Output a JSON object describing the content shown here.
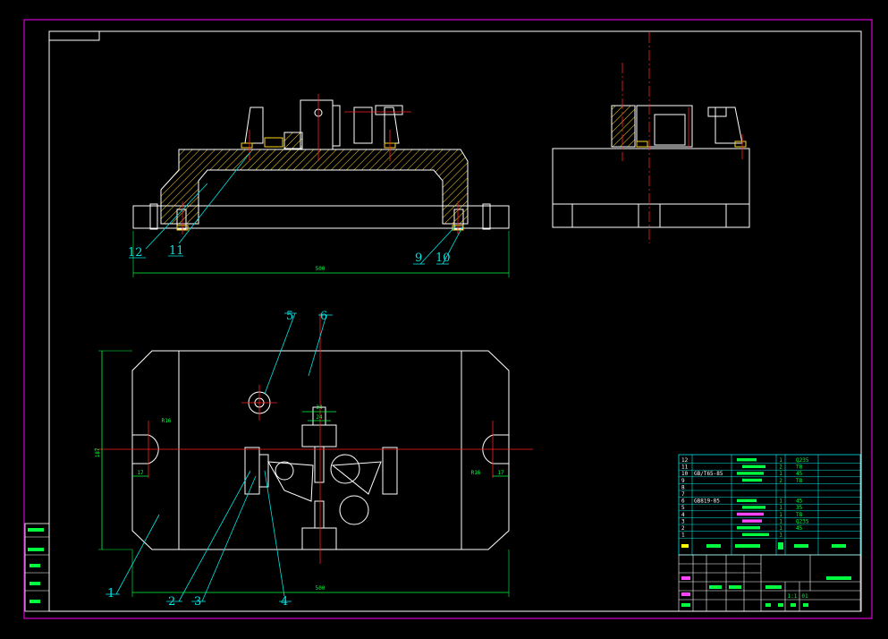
{
  "drawing": {
    "part_labels": [
      "1",
      "2",
      "3",
      "4",
      "5",
      "6",
      "9",
      "10",
      "11",
      "12"
    ],
    "dimensions": {
      "front_width": "500",
      "plan_width": "500",
      "plan_height": "187",
      "slot_top": "34",
      "slot_inner": "24",
      "radius_left": "R16",
      "radius_right": "R16",
      "offset_left": "17",
      "offset_right": "17"
    },
    "bom": {
      "rows": [
        {
          "no": "12",
          "code": "",
          "name": "",
          "qty": "1",
          "material": "Q235"
        },
        {
          "no": "11",
          "code": "",
          "name": "",
          "qty": "2",
          "material": "T8"
        },
        {
          "no": "10",
          "code": "GB/T65-85",
          "name": "",
          "qty": "1",
          "material": "45"
        },
        {
          "no": "9",
          "code": "",
          "name": "",
          "qty": "2",
          "material": "T8"
        },
        {
          "no": "8",
          "code": "",
          "name": "",
          "qty": "",
          "material": ""
        },
        {
          "no": "7",
          "code": "",
          "name": "",
          "qty": "",
          "material": ""
        },
        {
          "no": "6",
          "code": "GB819-85",
          "name": "",
          "qty": "1",
          "material": "45"
        },
        {
          "no": "5",
          "code": "",
          "name": "",
          "qty": "1",
          "material": "35"
        },
        {
          "no": "4",
          "code": "",
          "name": "",
          "qty": "1",
          "material": "T8"
        },
        {
          "no": "3",
          "code": "",
          "name": "",
          "qty": "1",
          "material": "Q235"
        },
        {
          "no": "2",
          "code": "",
          "name": "",
          "qty": "1",
          "material": "45"
        },
        {
          "no": "1",
          "code": "",
          "name": "",
          "qty": "1",
          "material": ""
        }
      ]
    },
    "title_block": {
      "scale": "1:1",
      "sheet": "01"
    }
  },
  "colors": {
    "background": "#000000",
    "outline": "#ffffff",
    "centerline": "#ff2020",
    "leader": "#00e6e6",
    "hatch": "#ffd21e",
    "dimension": "#00ff40",
    "frame": "#ff00ff",
    "table": "#00e6e6",
    "table_text": "#00ff40",
    "magenta_text": "#ff44ff"
  }
}
